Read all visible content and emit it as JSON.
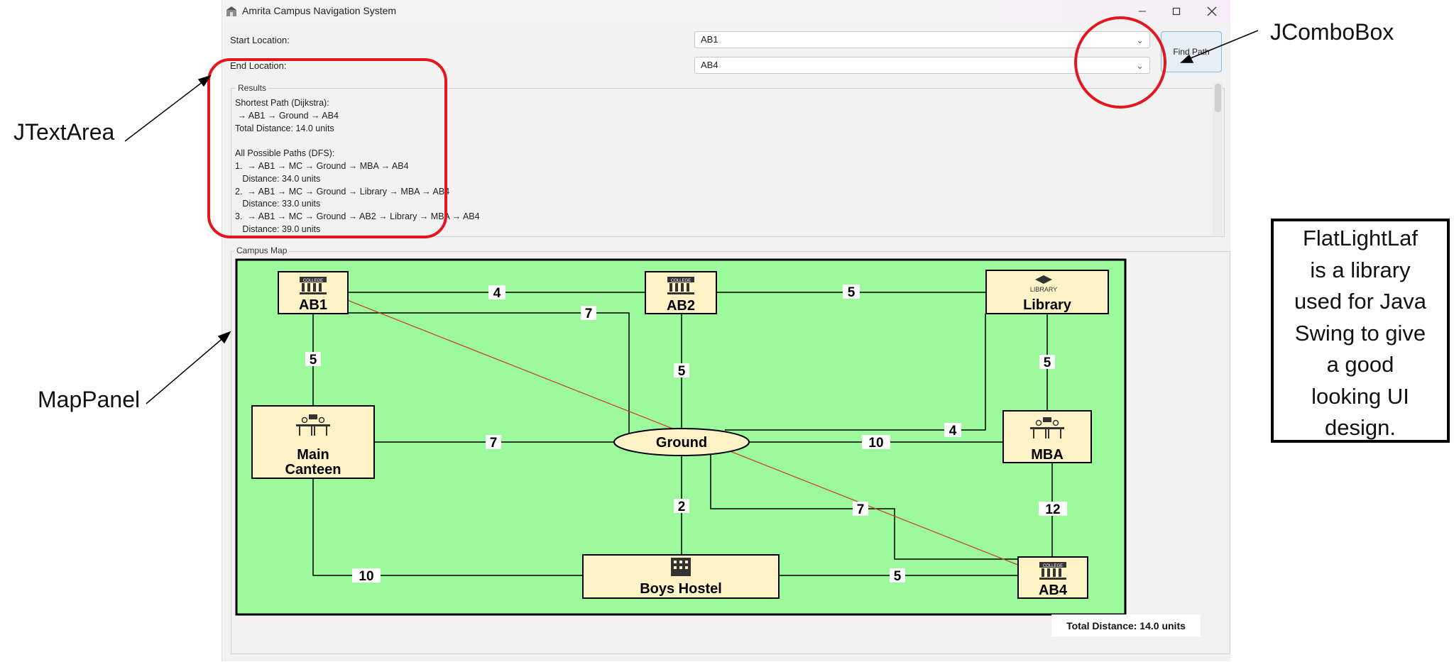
{
  "window": {
    "title": "Amrita Campus Navigation System",
    "controls": {
      "minimize_icon": "minimize-icon",
      "maximize_icon": "maximize-icon",
      "close_icon": "close-icon"
    }
  },
  "form": {
    "start_label": "Start Location:",
    "start_value": "AB1",
    "end_label": "End Location:",
    "end_value": "AB4",
    "find_button": "Find Path"
  },
  "results": {
    "legend": "Results",
    "lines": [
      "Shortest Path (Dijkstra):",
      " → AB1 → Ground → AB4",
      "Total Distance: 14.0 units",
      "",
      "All Possible Paths (DFS):",
      "1.  → AB1 → MC → Ground → MBA → AB4",
      "   Distance: 34.0 units",
      "2.  → AB1 → MC → Ground → Library → MBA → AB4",
      "   Distance: 33.0 units",
      "3.  → AB1 → MC → Ground → AB2 → Library → MBA → AB4",
      "   Distance: 39.0 units"
    ]
  },
  "map": {
    "legend": "Campus Map",
    "total_distance": "Total Distance: 14.0 units",
    "colors": {
      "background": "#9cfa9c",
      "node_fill": "#fdf3c6",
      "edge": "#000000",
      "path": "#c8452a"
    },
    "nodes": {
      "ab1": {
        "label": "AB1",
        "icon_text": "COLLEGE"
      },
      "ab2": {
        "label": "AB2",
        "icon_text": "COLLEGE"
      },
      "library": {
        "label": "Library",
        "icon_text": "LIBRARY"
      },
      "canteen": {
        "line1": "Main",
        "line2": "Canteen"
      },
      "ground": {
        "label": "Ground"
      },
      "mba": {
        "label": "MBA"
      },
      "hostel": {
        "label": "Boys Hostel"
      },
      "ab4": {
        "label": "AB4",
        "icon_text": "COLLEGE"
      }
    },
    "edges": {
      "ab1_ab2": "4",
      "ab1_ground": "7",
      "ab2_library": "5",
      "ab1_canteen": "5",
      "ab2_ground": "5",
      "library_mba": "5",
      "library_ground": "4",
      "canteen_ground": "7",
      "ground_mba": "10",
      "ground_hostel": "2",
      "mba_ab4": "12",
      "ground_ab4": "7",
      "canteen_hostel": "10",
      "hostel_ab4": "5"
    }
  },
  "annotations": {
    "jtextarea": "JTextArea",
    "jcombobox": "JComboBox",
    "mappanel": "MapPanel",
    "info_lines": [
      "FlatLightLaf",
      "is a library",
      "used for Java",
      "Swing to give",
      "a good",
      "looking UI",
      "design."
    ]
  }
}
